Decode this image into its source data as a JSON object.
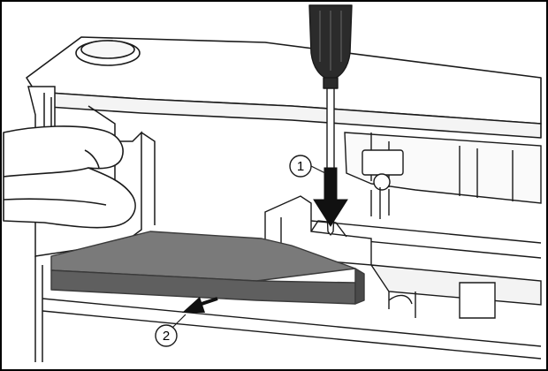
{
  "diagram": {
    "callouts": [
      {
        "id": "step-1",
        "label": "1"
      },
      {
        "id": "step-2",
        "label": "2"
      }
    ],
    "colors": {
      "line": "#1a1a1a",
      "fill_light": "#ffffff",
      "fill_shadow": "#ececec",
      "component_dark": "#5f5f5f",
      "component_top": "#7a7a7a",
      "component_edge": "#3a3a3a",
      "handle": "#2b2b2b",
      "hand": "#ffffff",
      "border": "#000000"
    },
    "icons": [
      "screwdriver-icon",
      "arrow-down-icon",
      "arrow-out-icon",
      "hand-icon"
    ]
  }
}
